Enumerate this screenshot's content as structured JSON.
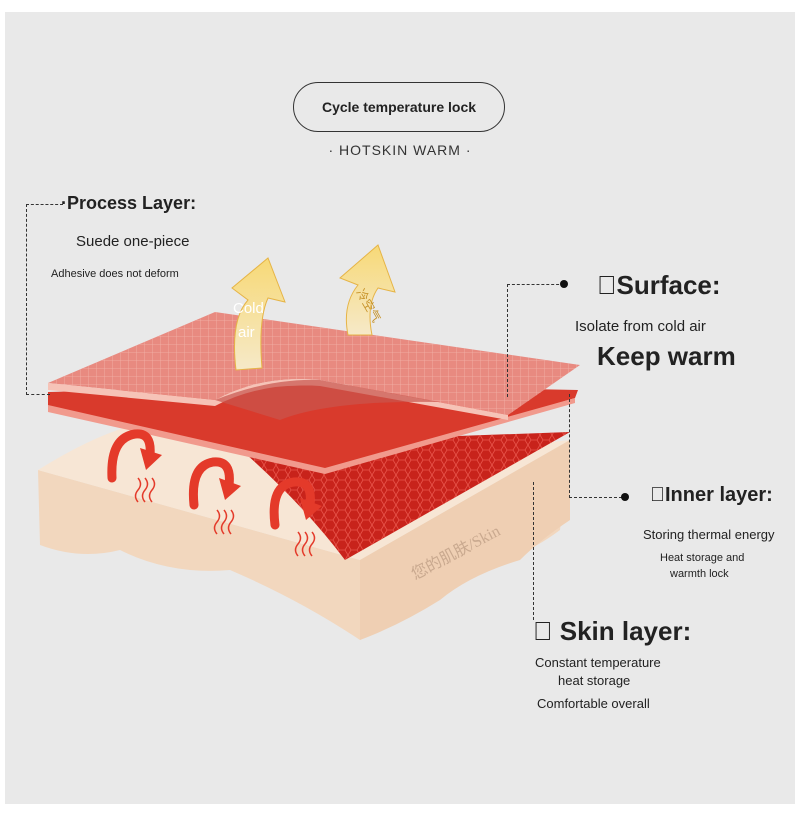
{
  "header": {
    "badge": "Cycle temperature lock",
    "subtitle": "· HOTSKIN WARM ·"
  },
  "process_layer": {
    "title": "·Process Layer:",
    "line1": "Suede one-piece",
    "line2": "Adhesive does not deform"
  },
  "surface": {
    "title": "\u0000Surface:",
    "line1": "Isolate from cold air",
    "line2": "Keep warm"
  },
  "inner_layer": {
    "title": "\u0000Inner layer:",
    "line1": "Storing thermal energy",
    "line2a": "Heat storage and",
    "line2b": "warmth lock"
  },
  "skin_layer": {
    "title": "\u0000 Skin layer:",
    "line1a": "Constant temperature",
    "line1b": "heat storage",
    "line2": "Comfortable overall"
  },
  "diagram": {
    "arrow_left_line1": "Cold",
    "arrow_left_line2": "air",
    "arrow_right_text": "冷空气",
    "skin_label": "您的肌肤/Skin"
  },
  "colors": {
    "panel": "#e9e9e9",
    "top_layer": "#e88a80",
    "middle_layer": "#d93a2c",
    "inner_layer": "#c8231b",
    "skin": "#f6e2cf",
    "arrow_gold": "#f3cf6a",
    "heat_arrow": "#e43a2a"
  }
}
